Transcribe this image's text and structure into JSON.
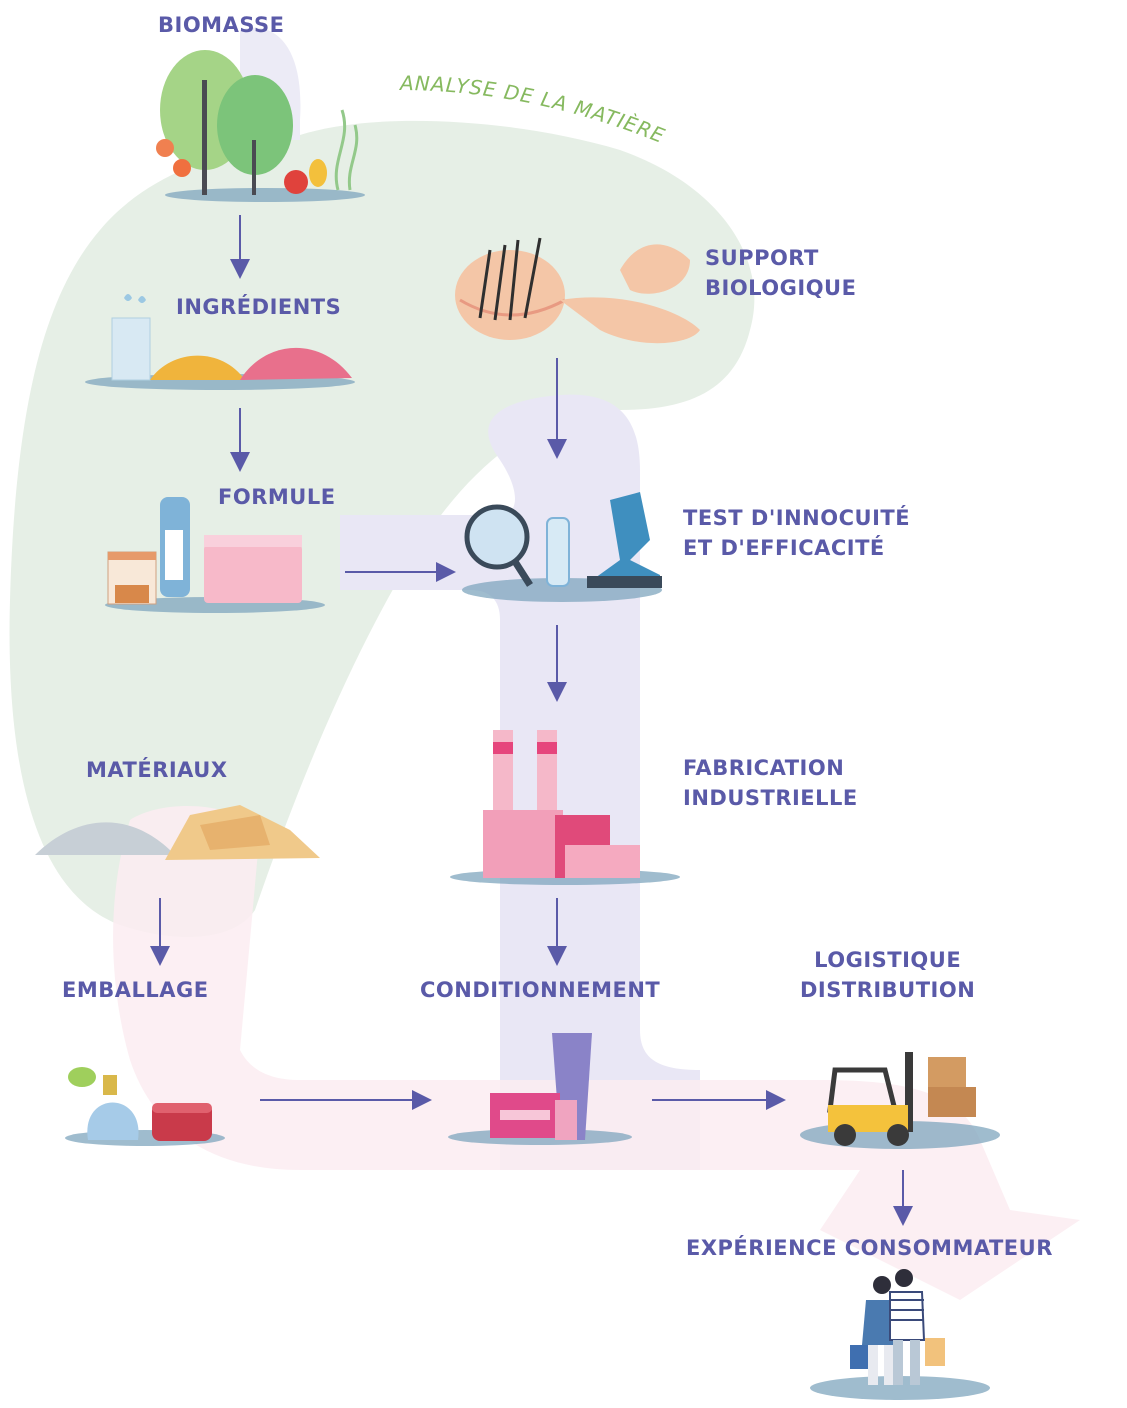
{
  "stages": {
    "biomasse": "BIOMASSE",
    "ingredients": "INGRÉDIENTS",
    "formule": "FORMULE",
    "support": [
      "SUPPORT",
      "BIOLOGIQUE"
    ],
    "test": [
      "TEST D'INNOCUITÉ",
      "ET D'EFFICACITÉ"
    ],
    "materiaux": "MATÉRIAUX",
    "fabrication": [
      "FABRICATION",
      "INDUSTRIELLE"
    ],
    "emballage": "EMBALLAGE",
    "conditionnement": "CONDITIONNEMENT",
    "logistique": [
      "LOGISTIQUE",
      "DISTRIBUTION"
    ],
    "experience": "EXPÉRIENCE CONSOMMATEUR"
  },
  "arc_label": "ANALYSE DE LA MATIÈRE",
  "colors": {
    "label": "#5a5aa8",
    "arrow": "#5a5aa8",
    "arc_text": "#86b95f",
    "green_zone": "#e6efe6",
    "lavender_band": "#e9e7f5",
    "pink_band": "#fbecf1",
    "pedestal": "#7fa6bd"
  },
  "icons": [
    "trees-icon",
    "powders-icon",
    "cosmetics-jars-icon",
    "skin-hair-icon",
    "lab-tools-icon",
    "raw-materials-icon",
    "factory-icon",
    "perfume-jar-icon",
    "cream-packaging-icon",
    "forklift-icon",
    "shoppers-icon"
  ]
}
